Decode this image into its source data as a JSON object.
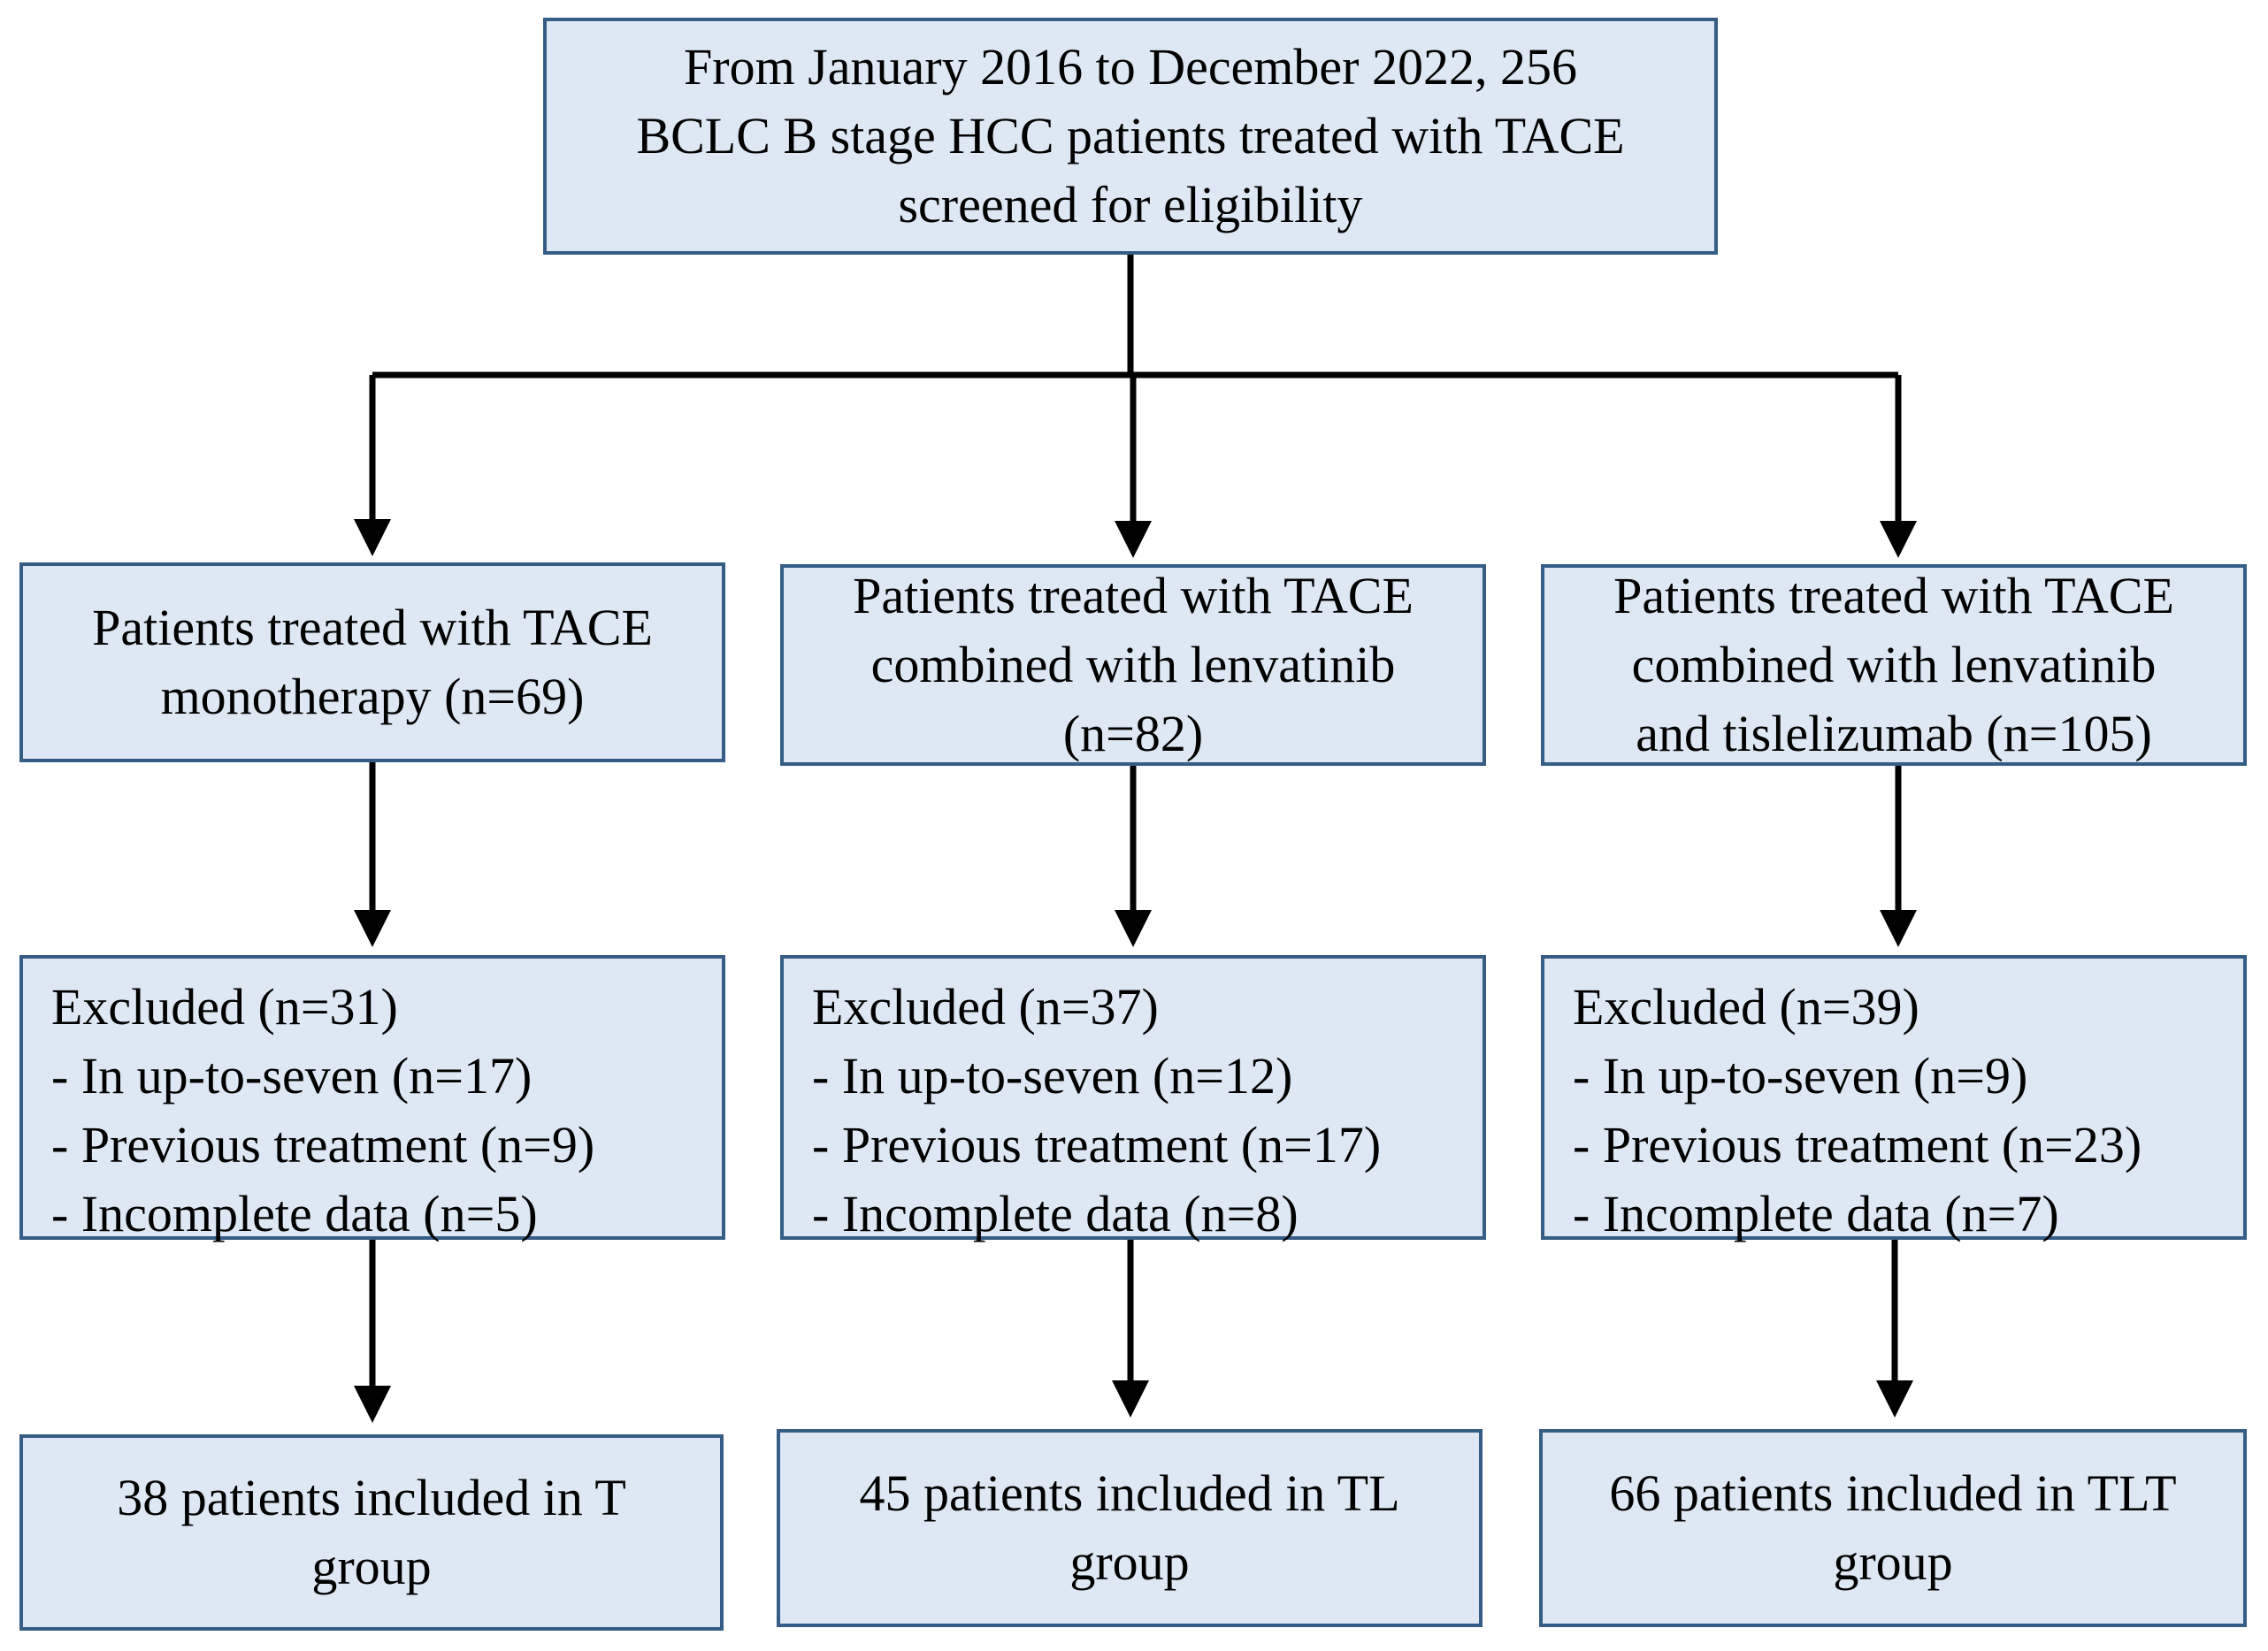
{
  "colors": {
    "box_fill": "#dde8f4",
    "box_border": "#355d86",
    "connector": "#000000"
  },
  "screening": {
    "lines": [
      "From January 2016 to December 2022, 256",
      "BCLC B stage HCC patients treated with TACE",
      "screened for eligibility"
    ]
  },
  "arms": [
    {
      "treated": [
        "Patients treated with TACE",
        "monotherapy (n=69)"
      ],
      "excluded": [
        "Excluded (n=31)",
        "- In up-to-seven (n=17)",
        "- Previous treatment (n=9)",
        "- Incomplete data (n=5)"
      ],
      "included": [
        "38 patients included in T",
        "group"
      ]
    },
    {
      "treated": [
        "Patients treated with TACE",
        "combined with lenvatinib",
        "(n=82)"
      ],
      "excluded": [
        "Excluded (n=37)",
        "- In up-to-seven (n=12)",
        "- Previous treatment (n=17)",
        "- Incomplete data (n=8)"
      ],
      "included": [
        "45 patients included in TL",
        "group"
      ]
    },
    {
      "treated": [
        "Patients treated with TACE",
        "combined with lenvatinib",
        "and tislelizumab (n=105)"
      ],
      "excluded": [
        "Excluded (n=39)",
        "- In up-to-seven (n=9)",
        "- Previous treatment (n=23)",
        "- Incomplete data (n=7)"
      ],
      "included": [
        "66 patients included in TLT",
        "group"
      ]
    }
  ]
}
